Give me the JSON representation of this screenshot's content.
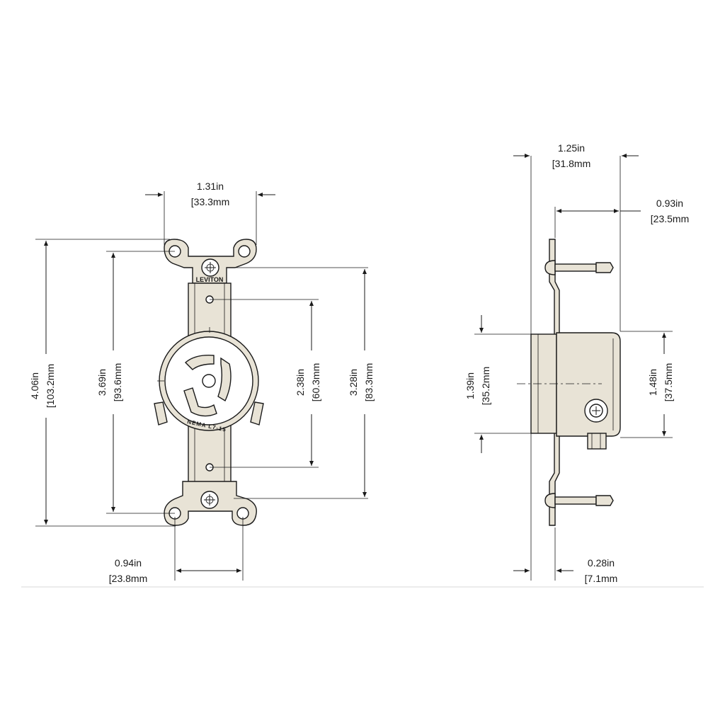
{
  "front_view": {
    "brand": "LEVITON",
    "nema_label": "NEMA L7-15",
    "dims": {
      "top_width": {
        "in": "1.31in",
        "mm": "[33.3mm"
      },
      "overall_height": {
        "in": "4.06in",
        "mm": "[103.2mm"
      },
      "mount_hole_height": {
        "in": "3.69in",
        "mm": "[93.6mm"
      },
      "inner_hole_height": {
        "in": "2.38in",
        "mm": "[60.3mm"
      },
      "body_height": {
        "in": "3.28in",
        "mm": "[83.3mm"
      },
      "bottom_width": {
        "in": "0.94in",
        "mm": "[23.8mm"
      }
    }
  },
  "side_view": {
    "dims": {
      "overall_depth": {
        "in": "1.25in",
        "mm": "[31.8mm"
      },
      "body_depth": {
        "in": "0.93in",
        "mm": "[23.5mm"
      },
      "face_height": {
        "in": "1.39in",
        "mm": "[35.2mm"
      },
      "housing_height": {
        "in": "1.48in",
        "mm": "[37.5mm"
      },
      "strap_offset": {
        "in": "0.28in",
        "mm": "[7.1mm"
      }
    }
  }
}
